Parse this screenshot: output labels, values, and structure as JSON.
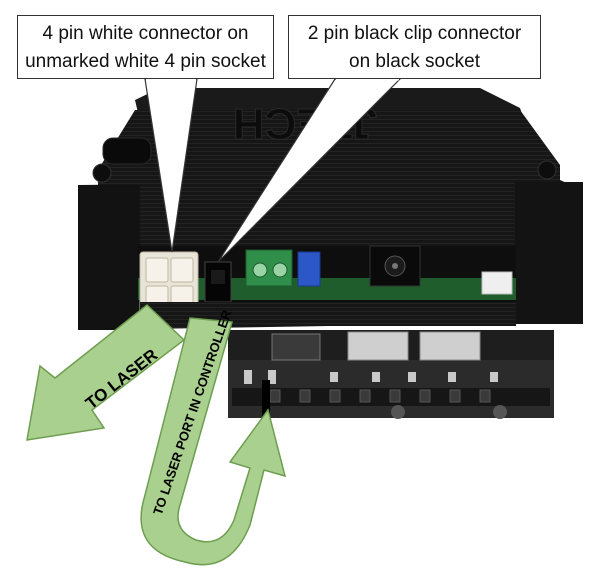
{
  "callouts": {
    "white_connector": {
      "line1": "4 pin white connector on",
      "line2": "unmarked white 4 pin socket"
    },
    "black_connector": {
      "line1": "2 pin black clip connector",
      "line2": "on black socket"
    }
  },
  "arrows": {
    "to_laser": "TO LASER",
    "to_laser_port": "TO LASER PORT IN CONTROLLER"
  },
  "case_lettering": "JTECH",
  "colors": {
    "case": "#151515",
    "pcb": "#1f5d2c",
    "arrow_fill": "#a9d08e",
    "arrow_stroke": "#6d9e50",
    "callout_border": "#333333"
  }
}
